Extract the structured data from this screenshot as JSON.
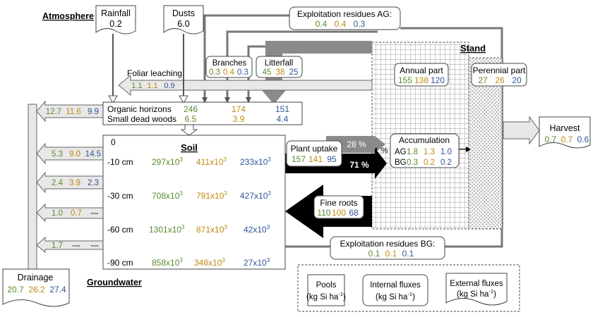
{
  "colors": {
    "green": "#5a8a2e",
    "orange": "#c08a10",
    "blue": "#2f5597"
  },
  "labels": {
    "atmosphere": "Atmosphere",
    "groundwater": "Groundwater",
    "stand": "Stand",
    "soil": "Soil",
    "foliar_leaching": "Foliar leaching",
    "harvest": "Harvest",
    "drainage": "Drainage",
    "pct_28": "28 %",
    "pct_71": "71 %",
    "pct_1": "1 %"
  },
  "rainfall": {
    "title": "Rainfall",
    "value": "0.2"
  },
  "dusts": {
    "title": "Dusts",
    "value": "6.0"
  },
  "exploitation_ag": {
    "title": "Exploitation residues AG:",
    "v": [
      "0.4",
      "0.4",
      "0.3"
    ]
  },
  "exploitation_bg": {
    "title": "Exploitation residues BG:",
    "v": [
      "0.1",
      "0.1",
      "0.1"
    ]
  },
  "branches": {
    "title": "Branches",
    "v": [
      "0.3",
      "0.4",
      "0.3"
    ]
  },
  "litterfall": {
    "title": "Litterfall",
    "v": [
      "45",
      "38",
      "25"
    ]
  },
  "foliar": {
    "v": [
      "1.1",
      "1.1",
      "0.9"
    ]
  },
  "organic": {
    "row1_label": "Organic horizons",
    "row1": [
      "246",
      "174",
      "151"
    ],
    "row2_label": "Small dead woods",
    "row2": [
      "6.5",
      "3.9",
      "4.4"
    ]
  },
  "annual": {
    "title": "Annual part",
    "v": [
      "155",
      "138",
      "120"
    ]
  },
  "perennial": {
    "title": "Perennial part",
    "v": [
      "27",
      "26",
      "20"
    ]
  },
  "accumulation": {
    "title": "Accumulation",
    "ag_label": "AG",
    "ag": [
      "1.8",
      "1.3",
      "1.0"
    ],
    "bg_label": "BG",
    "bg": [
      "0.3",
      "0.2",
      "0.2"
    ]
  },
  "plant_uptake": {
    "title": "Plant uptake",
    "v": [
      "157",
      "141",
      "95"
    ]
  },
  "fine_roots": {
    "title": "Fine roots",
    "v": [
      "110",
      "100",
      "68"
    ]
  },
  "harvest_values": [
    "0.7",
    "0.7",
    "0.6"
  ],
  "drainage_values": [
    "20.7",
    "26.2",
    "27.4"
  ],
  "left_fluxes": [
    [
      "12.7",
      "11.6",
      "9.9"
    ],
    [
      "5.3",
      "9.0",
      "14.5"
    ],
    [
      "2.4",
      "3.9",
      "2.3"
    ],
    [
      "1.0",
      "0.7",
      "---"
    ],
    [
      "1.7",
      "---",
      "---"
    ]
  ],
  "soil": {
    "depth0": "0",
    "rows": [
      {
        "depth": "-10 cm",
        "v": [
          "297x10",
          "411x10",
          "233x10"
        ]
      },
      {
        "depth": "-30 cm",
        "v": [
          "708x10",
          "791x10",
          "427x10"
        ]
      },
      {
        "depth": "-60 cm",
        "v": [
          "1301x10",
          "871x10",
          "42x10"
        ]
      },
      {
        "depth": "-90 cm",
        "v": [
          "858x10",
          "348x10",
          "27x10"
        ]
      }
    ],
    "exp": "3"
  },
  "legend": {
    "pools": [
      "Pools",
      "(kg Si ha",
      "-1",
      ")"
    ],
    "internal": [
      "Internal fluxes",
      "(kg Si ha",
      "-1",
      ")"
    ],
    "external": [
      "External fluxes",
      "(kg Si ha",
      "-1",
      ")"
    ]
  }
}
